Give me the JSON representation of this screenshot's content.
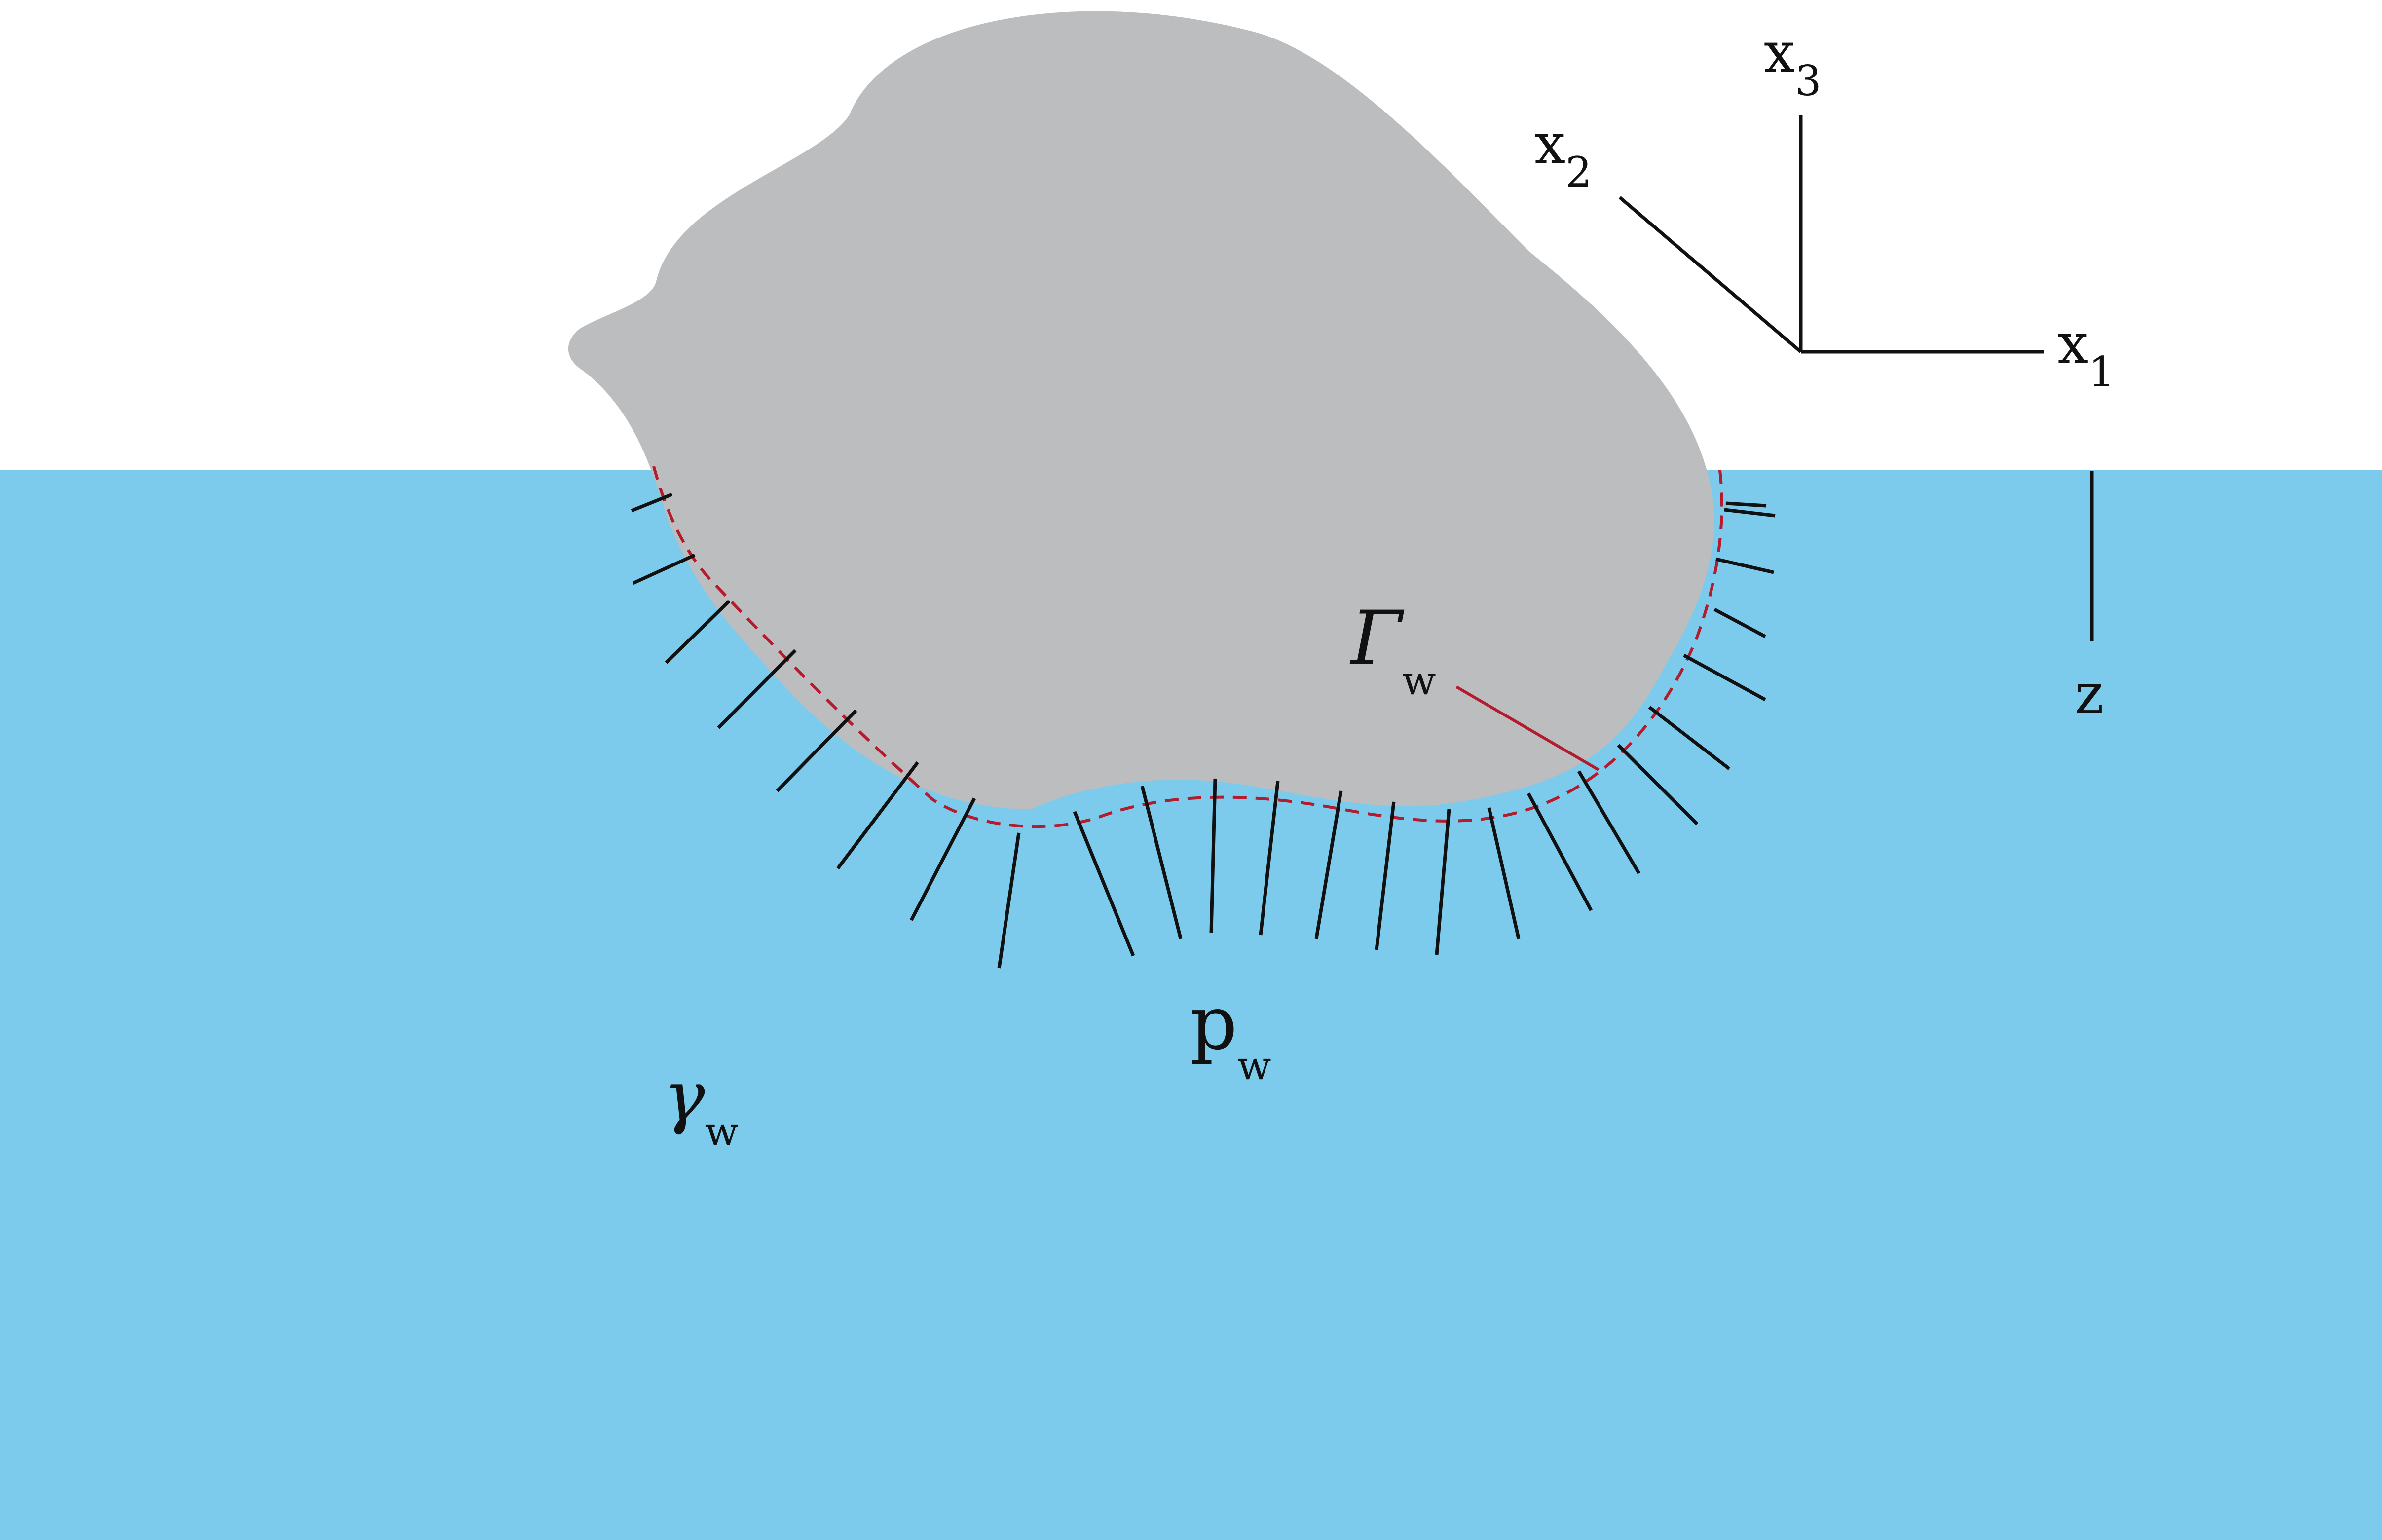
{
  "colors": {
    "background": "#ffffff",
    "water": "#7dcbec",
    "body": "#bcbdbf",
    "interface_dashed": "#b31b2e",
    "pointer_arrow": "#b31b2e",
    "ink": "#111111"
  },
  "axes_labels": {
    "x1": {
      "base": "x",
      "sub": "1"
    },
    "x2": {
      "base": "x",
      "sub": "2"
    },
    "x3": {
      "base": "x",
      "sub": "3"
    },
    "z": "z"
  },
  "symbols": {
    "gamma_boundary": {
      "base": "Γ",
      "sub": "w"
    },
    "pressure": {
      "base": "p",
      "sub": "w"
    },
    "unit_weight": {
      "base": "γ",
      "sub": "w"
    }
  }
}
